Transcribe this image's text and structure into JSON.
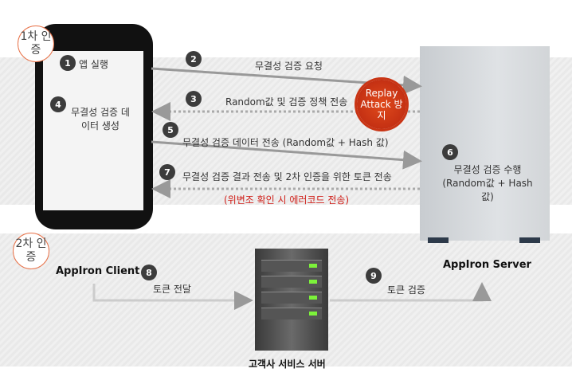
{
  "badges": {
    "first": "1차 인증",
    "second": "2차 인증"
  },
  "steps": [
    {
      "n": "1",
      "text": "앱 실행"
    },
    {
      "n": "2",
      "text": "무결성 검증 요청"
    },
    {
      "n": "3",
      "text": "Random값 및 검증 정책 전송"
    },
    {
      "n": "4",
      "text": "무결성 검증 데이터 생성"
    },
    {
      "n": "5",
      "text": "무결성 검증 데이터 전송 (Random값 + Hash 값)"
    },
    {
      "n": "6",
      "text": "무결성 검증 수행 (Random값 + Hash 값)"
    },
    {
      "n": "7",
      "text": "무결성 검증 결과 전송 및 2차 인증을 위한 토큰 전송"
    },
    {
      "n": "8",
      "text": "토큰 전달"
    },
    {
      "n": "9",
      "text": "토큰 검증"
    }
  ],
  "error_note": "(위변조 확인 시 에러코드 전송)",
  "seal": "Replay Attack 방지",
  "client_label": "AppIron Client",
  "server_label": "AppIron Server",
  "service_label": "고객사 서비스 서버",
  "colors": {
    "accent": "#e8734a",
    "error": "#d0201a",
    "seal": "#c93515",
    "led": "#7cf23a"
  }
}
